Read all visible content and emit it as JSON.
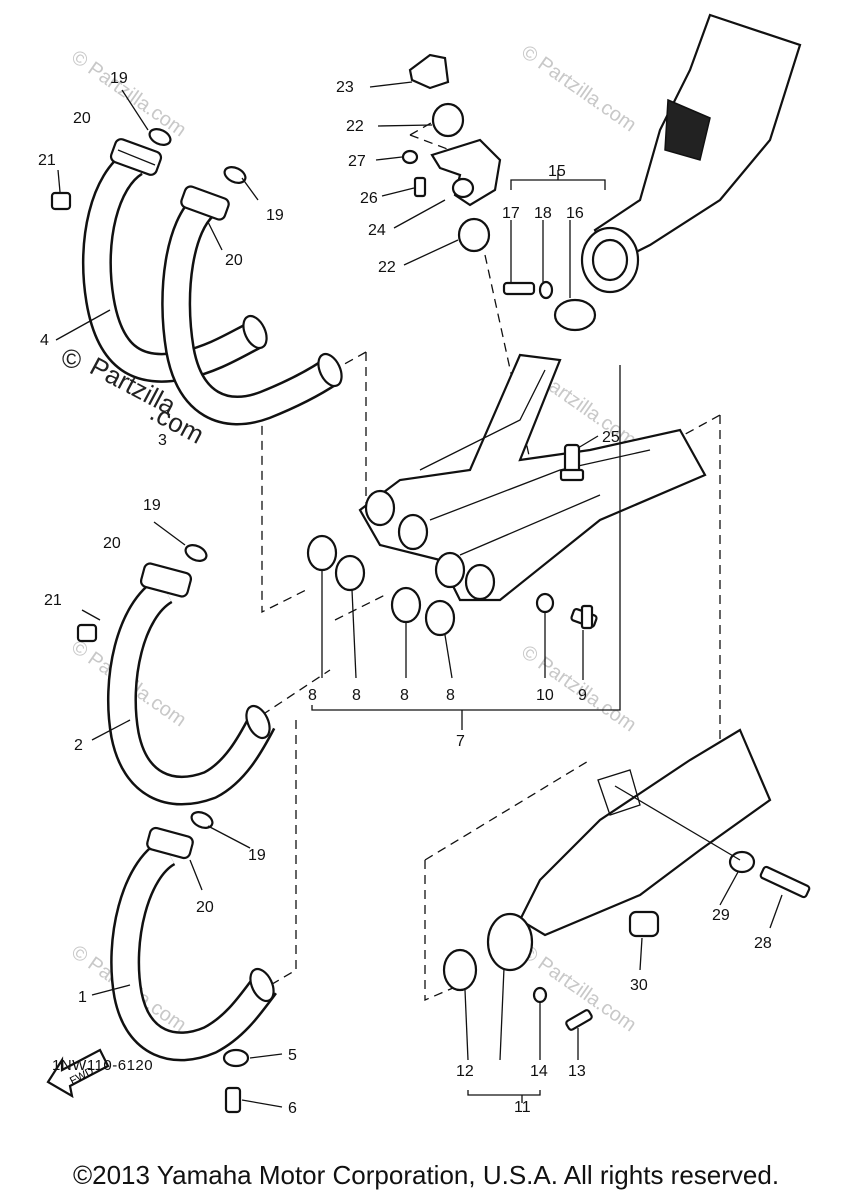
{
  "watermark": {
    "text": "© Partzilla.com",
    "copyright_symbol": "©",
    "brand_line1": "Partzilla",
    "brand_line2": ".com"
  },
  "diagram_code": "1NW110-6120",
  "copyright": "©2013 Yamaha Motor Corporation, U.S.A. All rights reserved.",
  "front_arrow_label": "FWD",
  "callouts": {
    "c1": "1",
    "c2": "2",
    "c3": "3",
    "c4": "4",
    "c5": "5",
    "c6": "6",
    "c7": "7",
    "c8a": "8",
    "c8b": "8",
    "c8c": "8",
    "c8d": "8",
    "c9": "9",
    "c10": "10",
    "c11": "11",
    "c12": "12",
    "c13": "13",
    "c14": "14",
    "c15": "15",
    "c16": "16",
    "c17": "17",
    "c18": "18",
    "c19a": "19",
    "c19b": "19",
    "c19c": "19",
    "c19d": "19",
    "c20a": "20",
    "c20b": "20",
    "c20c": "20",
    "c20d": "20",
    "c21a": "21",
    "c21b": "21",
    "c22a": "22",
    "c22b": "22",
    "c23": "23",
    "c24": "24",
    "c25": "25",
    "c26": "26",
    "c27": "27",
    "c28": "28",
    "c29": "29",
    "c30": "30"
  }
}
